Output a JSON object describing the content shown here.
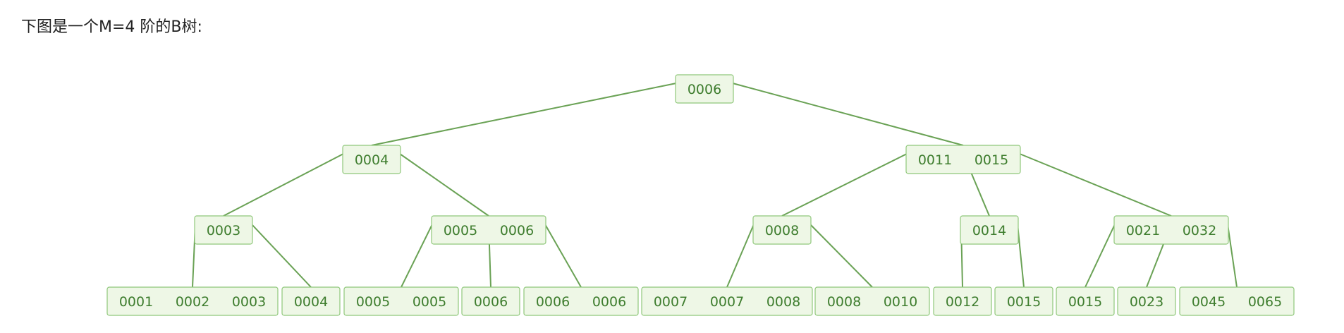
{
  "caption": "下图是一个M=4 阶的B树:",
  "colors": {
    "node_fill": "#eef7e6",
    "node_border": "#8fc77a",
    "edge": "#6aa255",
    "key_text": "#3e7d2e"
  },
  "tree": {
    "root": {
      "keys": [
        "0006"
      ]
    },
    "level1": [
      {
        "keys": [
          "0004"
        ]
      },
      {
        "keys": [
          "0011",
          "0015"
        ]
      }
    ],
    "level2": [
      {
        "keys": [
          "0003"
        ]
      },
      {
        "keys": [
          "0005",
          "0006"
        ]
      },
      {
        "keys": [
          "0008"
        ]
      },
      {
        "keys": [
          "0014"
        ]
      },
      {
        "keys": [
          "0021",
          "0032"
        ]
      }
    ],
    "leaves": [
      {
        "keys": [
          "0001",
          "0002",
          "0003"
        ]
      },
      {
        "keys": [
          "0004"
        ]
      },
      {
        "keys": [
          "0005",
          "0005"
        ]
      },
      {
        "keys": [
          "0006"
        ]
      },
      {
        "keys": [
          "0006",
          "0006"
        ]
      },
      {
        "keys": [
          "0007",
          "0007",
          "0008"
        ]
      },
      {
        "keys": [
          "0008",
          "0010"
        ]
      },
      {
        "keys": [
          "0012"
        ]
      },
      {
        "keys": [
          "0015"
        ]
      },
      {
        "keys": [
          "0015"
        ]
      },
      {
        "keys": [
          "0023"
        ]
      },
      {
        "keys": [
          "0045",
          "0065"
        ]
      }
    ]
  }
}
